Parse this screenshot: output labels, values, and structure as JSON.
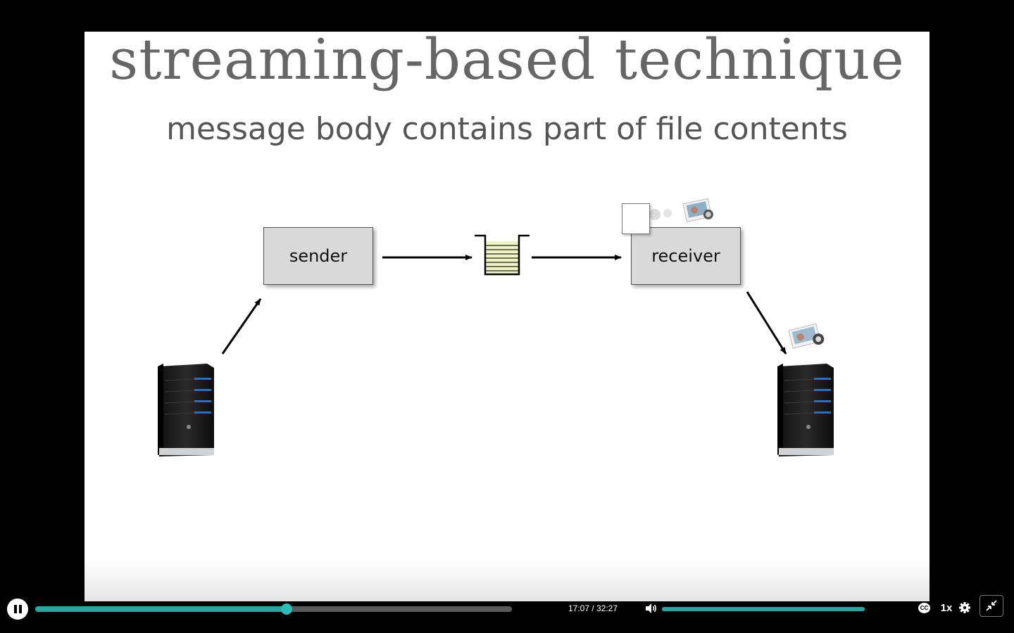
{
  "slide": {
    "title": "streaming-based technique",
    "subtitle": "message body contains part of file contents",
    "diagram": {
      "sender_label": "sender",
      "receiver_label": "receiver",
      "icons": [
        "server-icon",
        "message-queue-icon",
        "photo-stack-icon",
        "document-page-icon"
      ]
    }
  },
  "player": {
    "time_display": "17:07 / 32:27",
    "progress_fraction": 0.5275,
    "volume_fraction": 1.0,
    "speed_label": "1x",
    "cc_label": "CC",
    "accent_color": "#27a6a6",
    "icons": {
      "play_pause": "pause-icon",
      "volume": "volume-icon",
      "captions": "closed-captions-icon",
      "settings": "gear-icon",
      "fullscreen": "exit-fullscreen-icon"
    }
  }
}
